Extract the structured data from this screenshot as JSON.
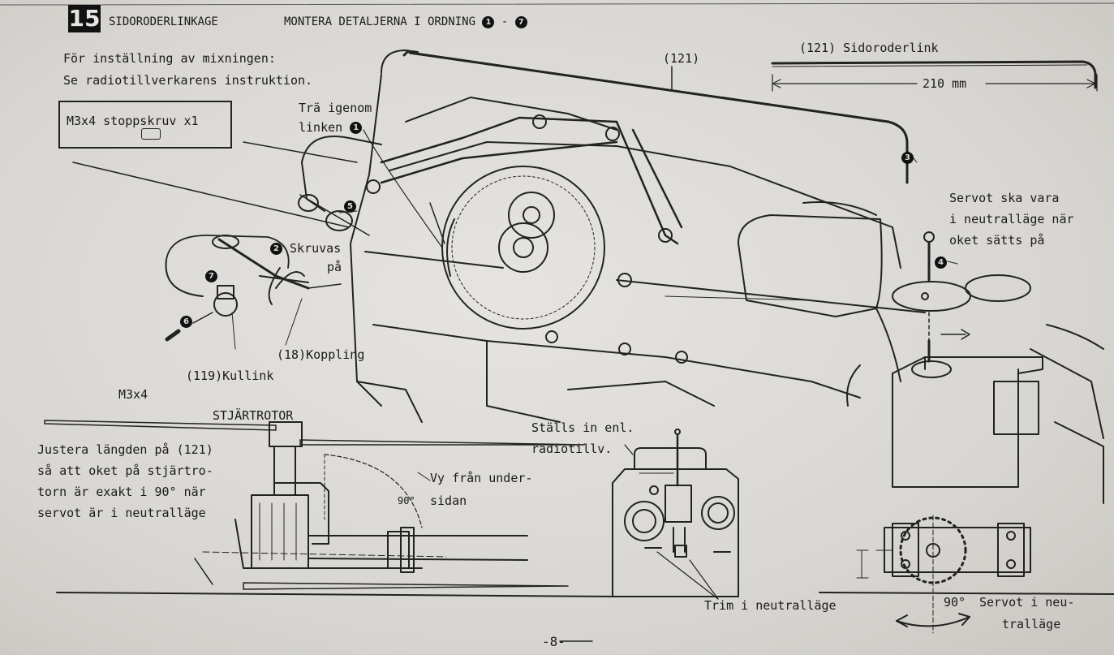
{
  "header": {
    "step_number": "15",
    "section_title": "SIDORODERLINKAGE",
    "instruction_prefix": "MONTERA DETALJERNA I ORDNING",
    "range_start": "1",
    "range_sep": "-",
    "range_end": "7"
  },
  "intro": {
    "line1": "För inställning av mixningen:",
    "line2": "Se radiotillverkarens instruktion."
  },
  "parts_box": {
    "label": "M3x4 stoppskruv x1"
  },
  "diagram_labels": {
    "rod_ref": "(121)",
    "thread_line1": "Trä igenom",
    "thread_line2": "linken",
    "thread_step": "1",
    "screw_line1": "Skruvas",
    "screw_line2": "på",
    "screw_step": "2",
    "step3": "3",
    "step4": "4",
    "step5": "5",
    "step6": "6",
    "step7": "7",
    "coupling": "(18)Koppling",
    "ball_link": "(119)Kullink",
    "screw_size": "M3x4"
  },
  "rod_detail": {
    "title": "(121) Sidoroderlink",
    "length": "210 mm"
  },
  "servo_note": {
    "line1": "Servot ska vara",
    "line2": "i neutralläge när",
    "line3": "oket sätts på"
  },
  "tail_rotor": {
    "title": "STJÄRTROTOR",
    "note_line1": "Justera längden på (121)",
    "note_line2": "så att oket på stjärtro-",
    "note_line3": "torn är exakt i 90° när",
    "note_line4": "servot är i neutralläge",
    "view_line1": "Vy från under-",
    "view_line2": "sidan",
    "angle": "90°"
  },
  "transmitter": {
    "line1": "Ställs in enl.",
    "line2": "radiotillv.",
    "trim": "Trim i neutralläge"
  },
  "servo_neutral": {
    "angle": "90°",
    "line1": "Servot i neu-",
    "line2": "tralläge"
  },
  "footer": {
    "page": "-8-"
  }
}
